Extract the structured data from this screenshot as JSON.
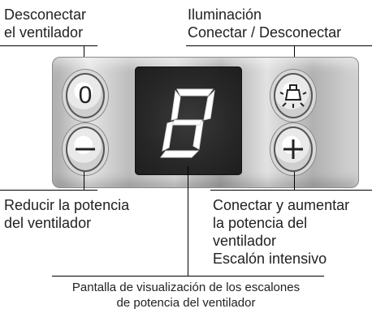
{
  "labels": {
    "off_line1": "Desconectar",
    "off_line2": "el ventilador",
    "light_line1": "Iluminación",
    "light_line2": "Conectar / Desconectar",
    "reduce_line1": "Reducir la potencia",
    "reduce_line2": "del ventilador",
    "increase_line1": "Conectar y aumentar",
    "increase_line2": "la potencia del",
    "increase_line3": "ventilador",
    "increase_line4": "Escalón intensivo",
    "display_line1": "Pantalla de visualización de los escalones",
    "display_line2": "de potencia del ventilador"
  },
  "buttons": {
    "off_symbol": "0",
    "reduce_symbol": "−",
    "increase_symbol": "+",
    "light_icon": "lamp-icon"
  },
  "display": {
    "segment_symbol": "8",
    "colors": {
      "panel": "#272727",
      "segments": "#ffffff"
    }
  }
}
